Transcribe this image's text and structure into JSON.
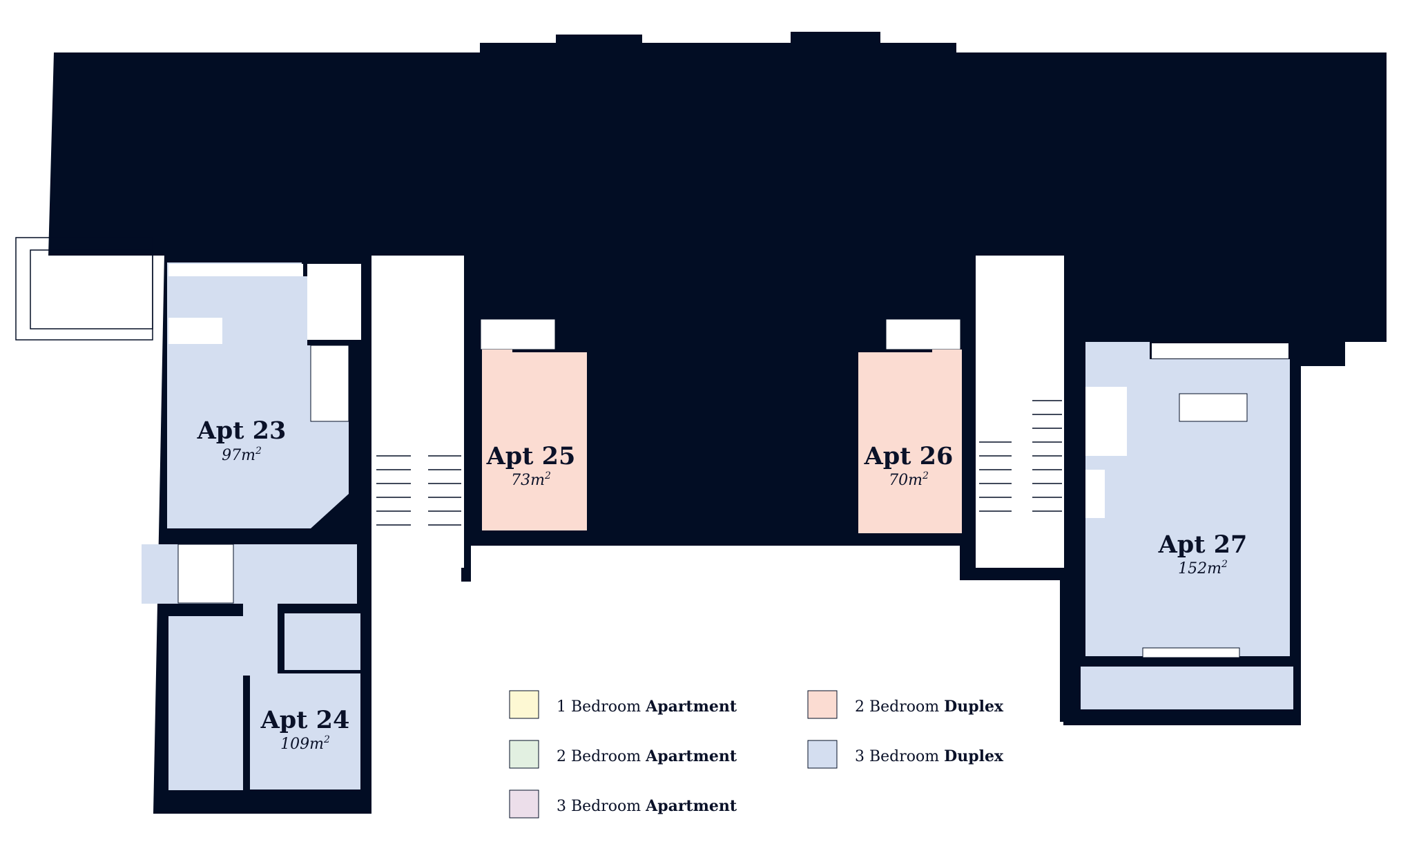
{
  "colors": {
    "wall": "#020d24",
    "duplex_2bed": "#fbdcd2",
    "duplex_3bed": "#d4def0",
    "apartment_1bed": "#fdf8d3",
    "apartment_2bed": "#e2f0e1",
    "apartment_3bed": "#ecdeea",
    "stair": "#ffffff"
  },
  "apartments": [
    {
      "id": "apt23",
      "name": "Apt 23",
      "area": "97m",
      "unit_sup": "2",
      "type": "3 Bedroom Duplex"
    },
    {
      "id": "apt24",
      "name": "Apt 24",
      "area": "109m",
      "unit_sup": "2",
      "type": "3 Bedroom Duplex"
    },
    {
      "id": "apt25",
      "name": "Apt 25",
      "area": "73m",
      "unit_sup": "2",
      "type": "2 Bedroom Duplex"
    },
    {
      "id": "apt26",
      "name": "Apt 26",
      "area": "70m",
      "unit_sup": "2",
      "type": "2 Bedroom Duplex"
    },
    {
      "id": "apt27",
      "name": "Apt 27",
      "area": "152m",
      "unit_sup": "2",
      "type": "3 Bedroom Duplex"
    }
  ],
  "legend": [
    {
      "prefix": "1 Bedroom ",
      "bold": "Apartment",
      "color": "#fdf8d3"
    },
    {
      "prefix": "2 Bedroom ",
      "bold": "Apartment",
      "color": "#e2f0e1"
    },
    {
      "prefix": "3 Bedroom ",
      "bold": "Apartment",
      "color": "#ecdeea"
    },
    {
      "prefix": "2 Bedroom ",
      "bold": "Duplex",
      "color": "#fbdcd2"
    },
    {
      "prefix": "3 Bedroom ",
      "bold": "Duplex",
      "color": "#d4def0"
    }
  ]
}
